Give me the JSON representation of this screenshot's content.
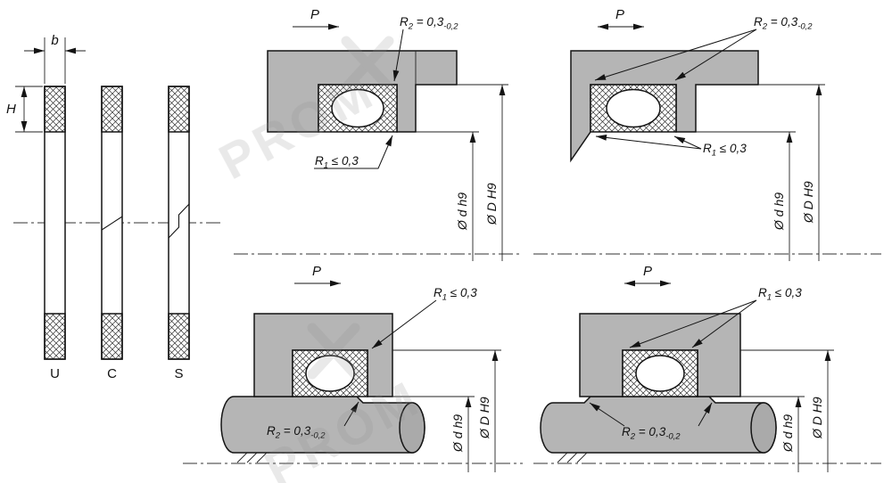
{
  "drawing": {
    "profiles": {
      "width_dim_label": "b",
      "height_dim_label": "H",
      "type_labels": [
        "U",
        "C",
        "S"
      ]
    },
    "labels": {
      "pressure": "P",
      "r1_base": "R",
      "r1_sub": "1",
      "r1_value": " ≤ 0,3",
      "r2_base": "R",
      "r2_sub": "2",
      "r2_value": " = 0,3",
      "r2_tolerance": "-0,2",
      "rod_diameter": "Ø d h9",
      "bore_diameter": "Ø D H9"
    },
    "watermark_text": "PROM",
    "colors": {
      "metal_gray": "#b5b5b5",
      "metal_dark": "#aaaaaa",
      "line": "#141414"
    }
  }
}
